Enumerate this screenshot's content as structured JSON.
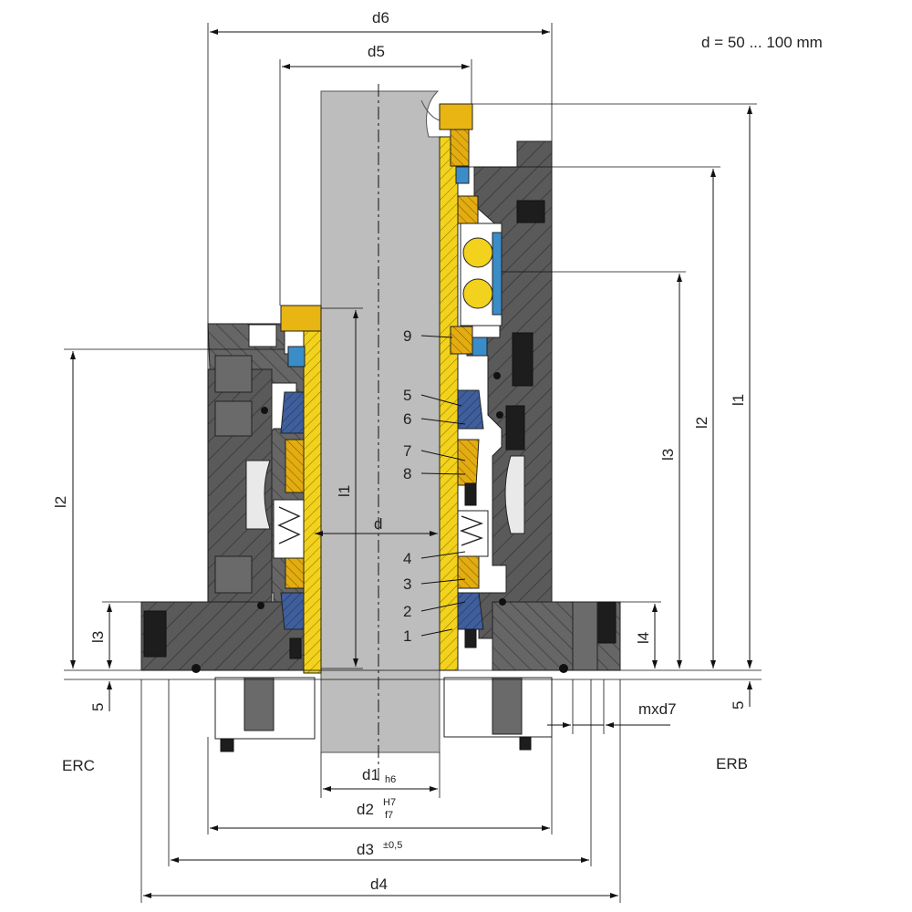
{
  "range_note": "d = 50 ... 100 mm",
  "variants": {
    "left": "ERC",
    "right": "ERB"
  },
  "dimensions": {
    "d6": "d6",
    "d5": "d5",
    "d": "d",
    "d1": "d1",
    "d1_tol": "h6",
    "d2": "d2",
    "d2_tol_top": "H7",
    "d2_tol_bottom": "f7",
    "d3": "d3",
    "d3_tol": "±0,5",
    "d4": "d4",
    "l1": "l1",
    "l2": "l2",
    "l3": "l3",
    "l4": "l4",
    "five_left": "5",
    "five_right": "5",
    "mxd7": "mxd7"
  },
  "part_numbers": [
    "9",
    "5",
    "6",
    "7",
    "8",
    "4",
    "3",
    "2",
    "1"
  ]
}
